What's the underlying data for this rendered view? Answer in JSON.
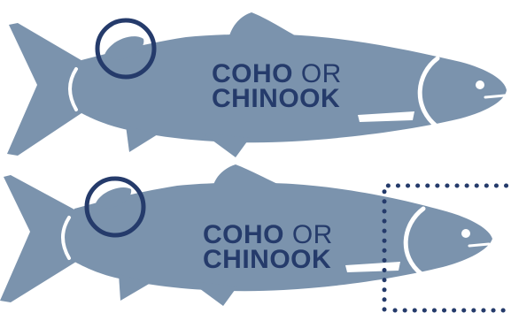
{
  "colors": {
    "fish_body": "#7b93ad",
    "fish_detail": "#ffffff",
    "marker": "#253b6b",
    "background": "#ffffff"
  },
  "fish_top": {
    "name_bold": "COHO",
    "name_conjunction": "OR",
    "name_second_line": "CHINOOK",
    "marked_feature": "adipose fin circle"
  },
  "fish_bottom": {
    "name_bold": "COHO",
    "name_conjunction": "OR",
    "name_second_line": "CHINOOK",
    "marked_feature": "adipose fin circle",
    "highlight": "dotted box around head"
  }
}
